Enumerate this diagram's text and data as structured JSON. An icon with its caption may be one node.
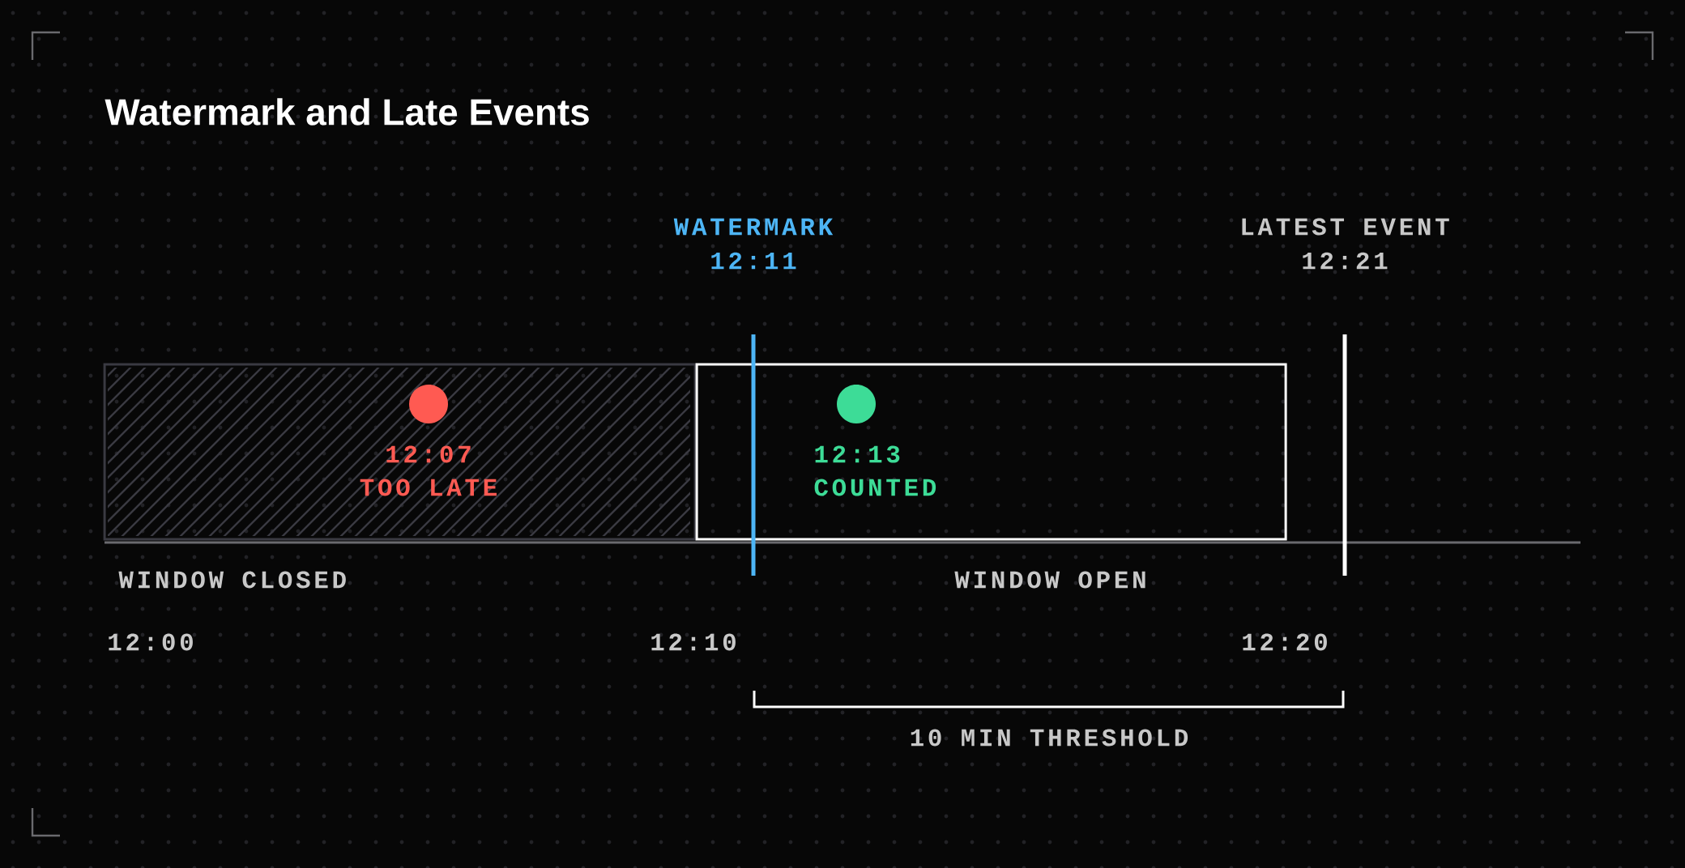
{
  "diagram": {
    "title": "Watermark and Late Events",
    "nodes": [
      {
        "text": [],
        "shape": "box"
      },
      {
        "text": [],
        "shape": "box"
      },
      {
        "text": [],
        "shape": "circle",
        "in": 0,
        "beside": [
          "12:07",
          "TOO LATE"
        ]
      },
      {
        "text": [],
        "shape": "circle"
      }
    ],
    "labels": [
      "WATERMARK",
      "12:11",
      "LATEST EVENT",
      "12:21",
      "12:13",
      "COUNTED",
      "WINDOW CLOSED",
      "WINDOW OPEN",
      "12:00",
      "12:10",
      "12:20",
      "10 MIN THRESHOLD"
    ]
  }
}
